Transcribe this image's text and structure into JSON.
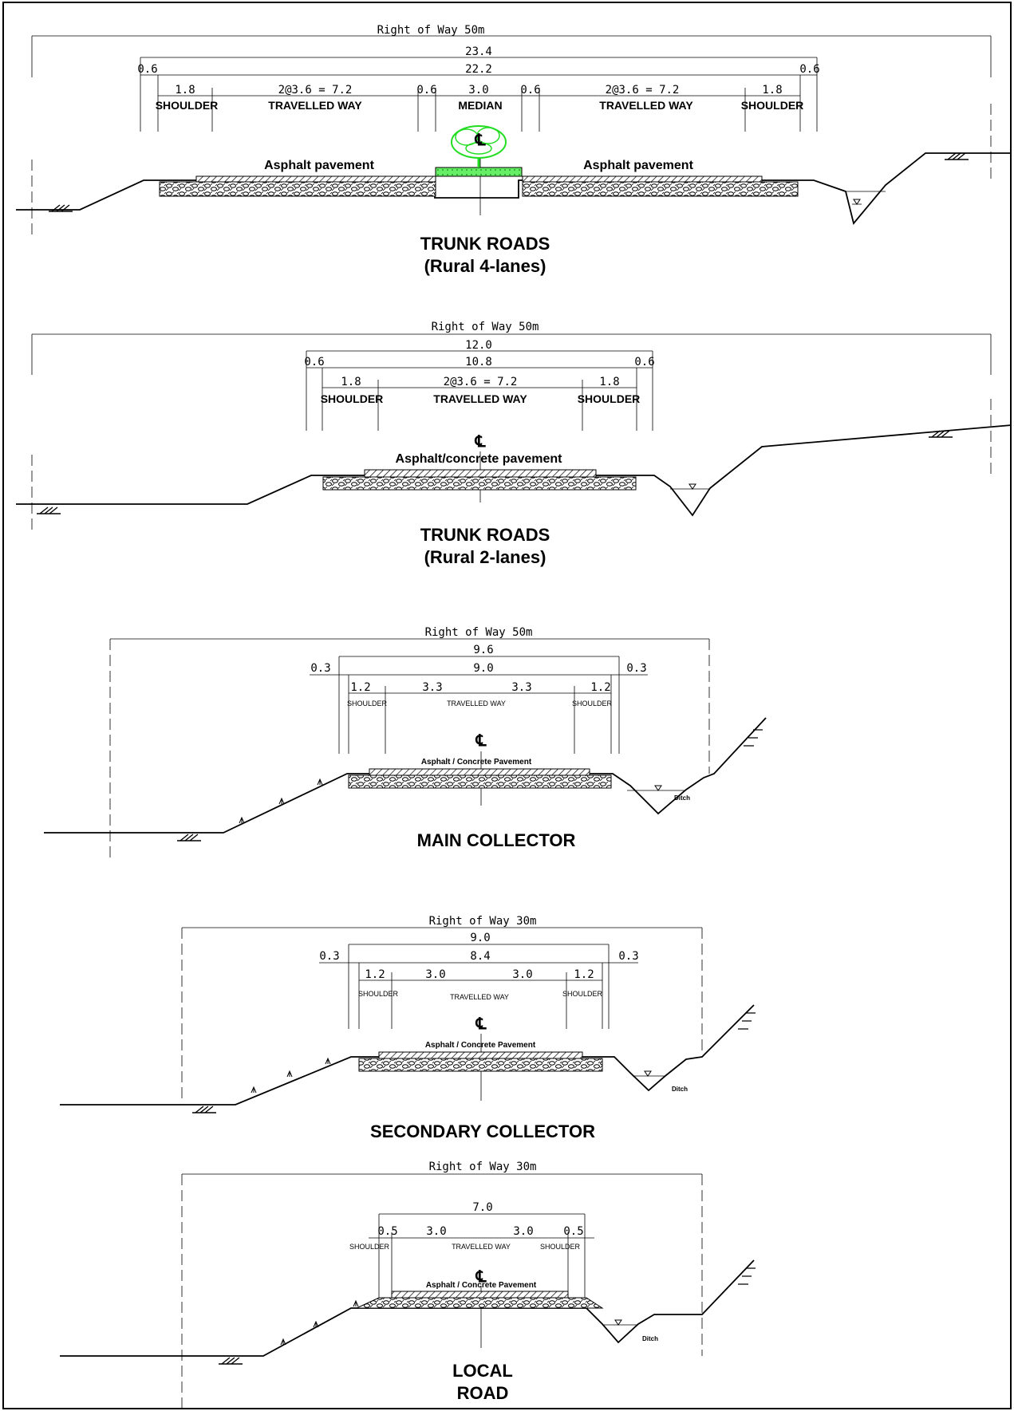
{
  "sections": [
    {
      "title_1": "TRUNK ROADS",
      "title_2": "(Rural 4-lanes)",
      "row": "Right of Way 50m",
      "overall": "23.4",
      "inner": "22.2",
      "edge_left": "0.6",
      "edge_right": "0.6",
      "shoulder_l": "1.8",
      "travel_l": "2@3.6 = 7.2",
      "median_gap_l": "0.6",
      "median": "3.0",
      "median_gap_r": "0.6",
      "travel_r": "2@3.6 = 7.2",
      "shoulder_r": "1.8",
      "label_shoulder_l": "SHOULDER",
      "label_travel_l": "TRAVELLED WAY",
      "label_median": "MEDIAN",
      "label_travel_r": "TRAVELLED WAY",
      "label_shoulder_r": "SHOULDER",
      "pave_l": "Asphalt pavement",
      "pave_r": "Asphalt pavement",
      "centerline": "℄"
    },
    {
      "title_1": "TRUNK ROADS",
      "title_2": "(Rural 2-lanes)",
      "row": "Right of Way 50m",
      "overall": "12.0",
      "inner": "10.8",
      "edge_left": "0.6",
      "edge_right": "0.6",
      "shoulder_l": "1.8",
      "travel": "2@3.6 = 7.2",
      "shoulder_r": "1.8",
      "label_shoulder_l": "SHOULDER",
      "label_travel": "TRAVELLED WAY",
      "label_shoulder_r": "SHOULDER",
      "pave": "Asphalt/concrete pavement",
      "centerline": "℄"
    },
    {
      "title_1": "MAIN COLLECTOR",
      "row": "Right of Way 50m",
      "overall": "9.6",
      "inner": "9.0",
      "edge_left": "0.3",
      "edge_right": "0.3",
      "shoulder_l": "1.2",
      "lane_l": "3.3",
      "lane_r": "3.3",
      "shoulder_r": "1.2",
      "label_shoulder_l": "SHOULDER",
      "label_travel": "TRAVELLED WAY",
      "label_shoulder_r": "SHOULDER",
      "pave": "Asphalt /  Concrete Pavement",
      "ditch": "Ditch",
      "centerline": "℄"
    },
    {
      "title_1": "SECONDARY COLLECTOR",
      "row": "Right of Way 30m",
      "overall": "9.0",
      "inner": "8.4",
      "edge_left": "0.3",
      "edge_right": "0.3",
      "shoulder_l": "1.2",
      "lane_l": "3.0",
      "lane_r": "3.0",
      "shoulder_r": "1.2",
      "label_shoulder_l": "SHOULDER",
      "label_travel": "TRAVELLED WAY",
      "label_shoulder_r": "SHOULDER",
      "pave": "Asphalt /  Concrete Pavement",
      "ditch": "Ditch",
      "centerline": "℄"
    },
    {
      "title_1": "LOCAL",
      "title_2": "ROAD",
      "row": "Right of Way 30m",
      "overall": "7.0",
      "shoulder_l": "0.5",
      "lane_l": "3.0",
      "lane_r": "3.0",
      "shoulder_r": "0.5",
      "label_shoulder_l": "SHOULDER",
      "label_travel": "TRAVELLED WAY",
      "label_shoulder_r": "SHOULDER",
      "pave": "Asphalt /  Concrete Pavement",
      "ditch": "Ditch",
      "centerline": "℄"
    }
  ],
  "colors": {
    "tree": "#22dd22",
    "median_fill": "#66ee66",
    "line": "#000000"
  }
}
